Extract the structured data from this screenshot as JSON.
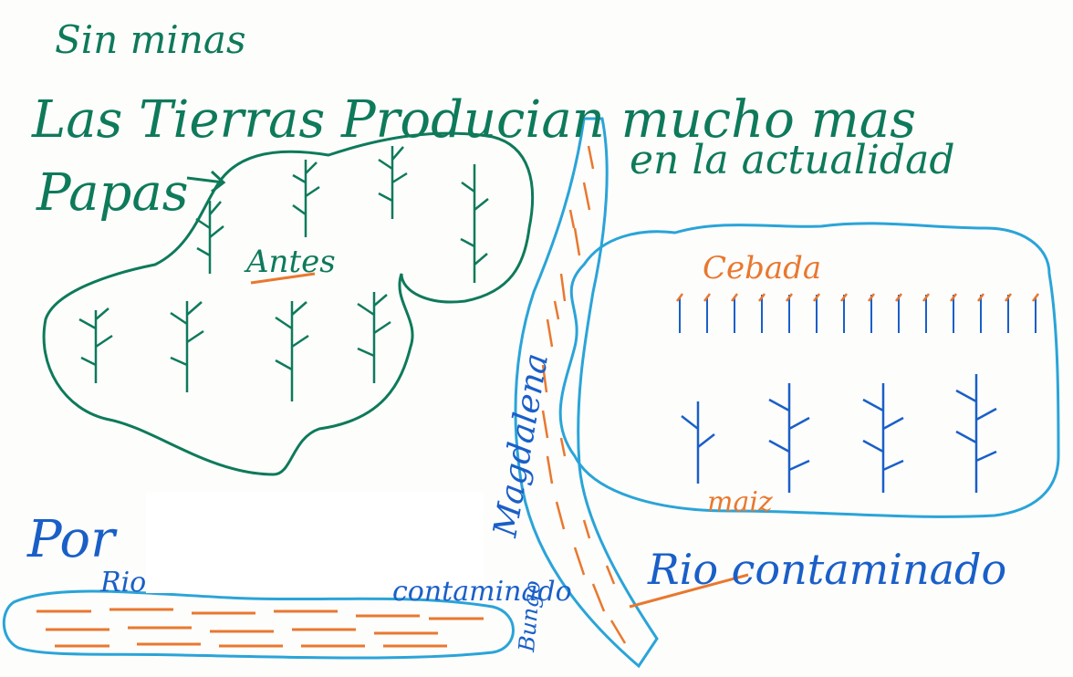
{
  "colors": {
    "green_ink": "#0e7a5a",
    "blue_ink": "#1a5fc8",
    "orange_ink": "#e9782f",
    "light_blue_ink": "#2aa4d8",
    "paper": "#fdfdfc"
  },
  "texts": {
    "sin_minas": "Sin minas",
    "tierras": "Las Tierras Producian mucho mas",
    "papas": "Papas",
    "antes": "Antes",
    "actualidad": "en la actualidad",
    "cebada": "Cebada",
    "maiz": "maiz",
    "rio_contaminado": "Rio contaminado",
    "por": "Por",
    "rio": "Rio",
    "contaminado": "contaminado",
    "magdalena": "Magdalena",
    "bungo": "Bungo"
  }
}
